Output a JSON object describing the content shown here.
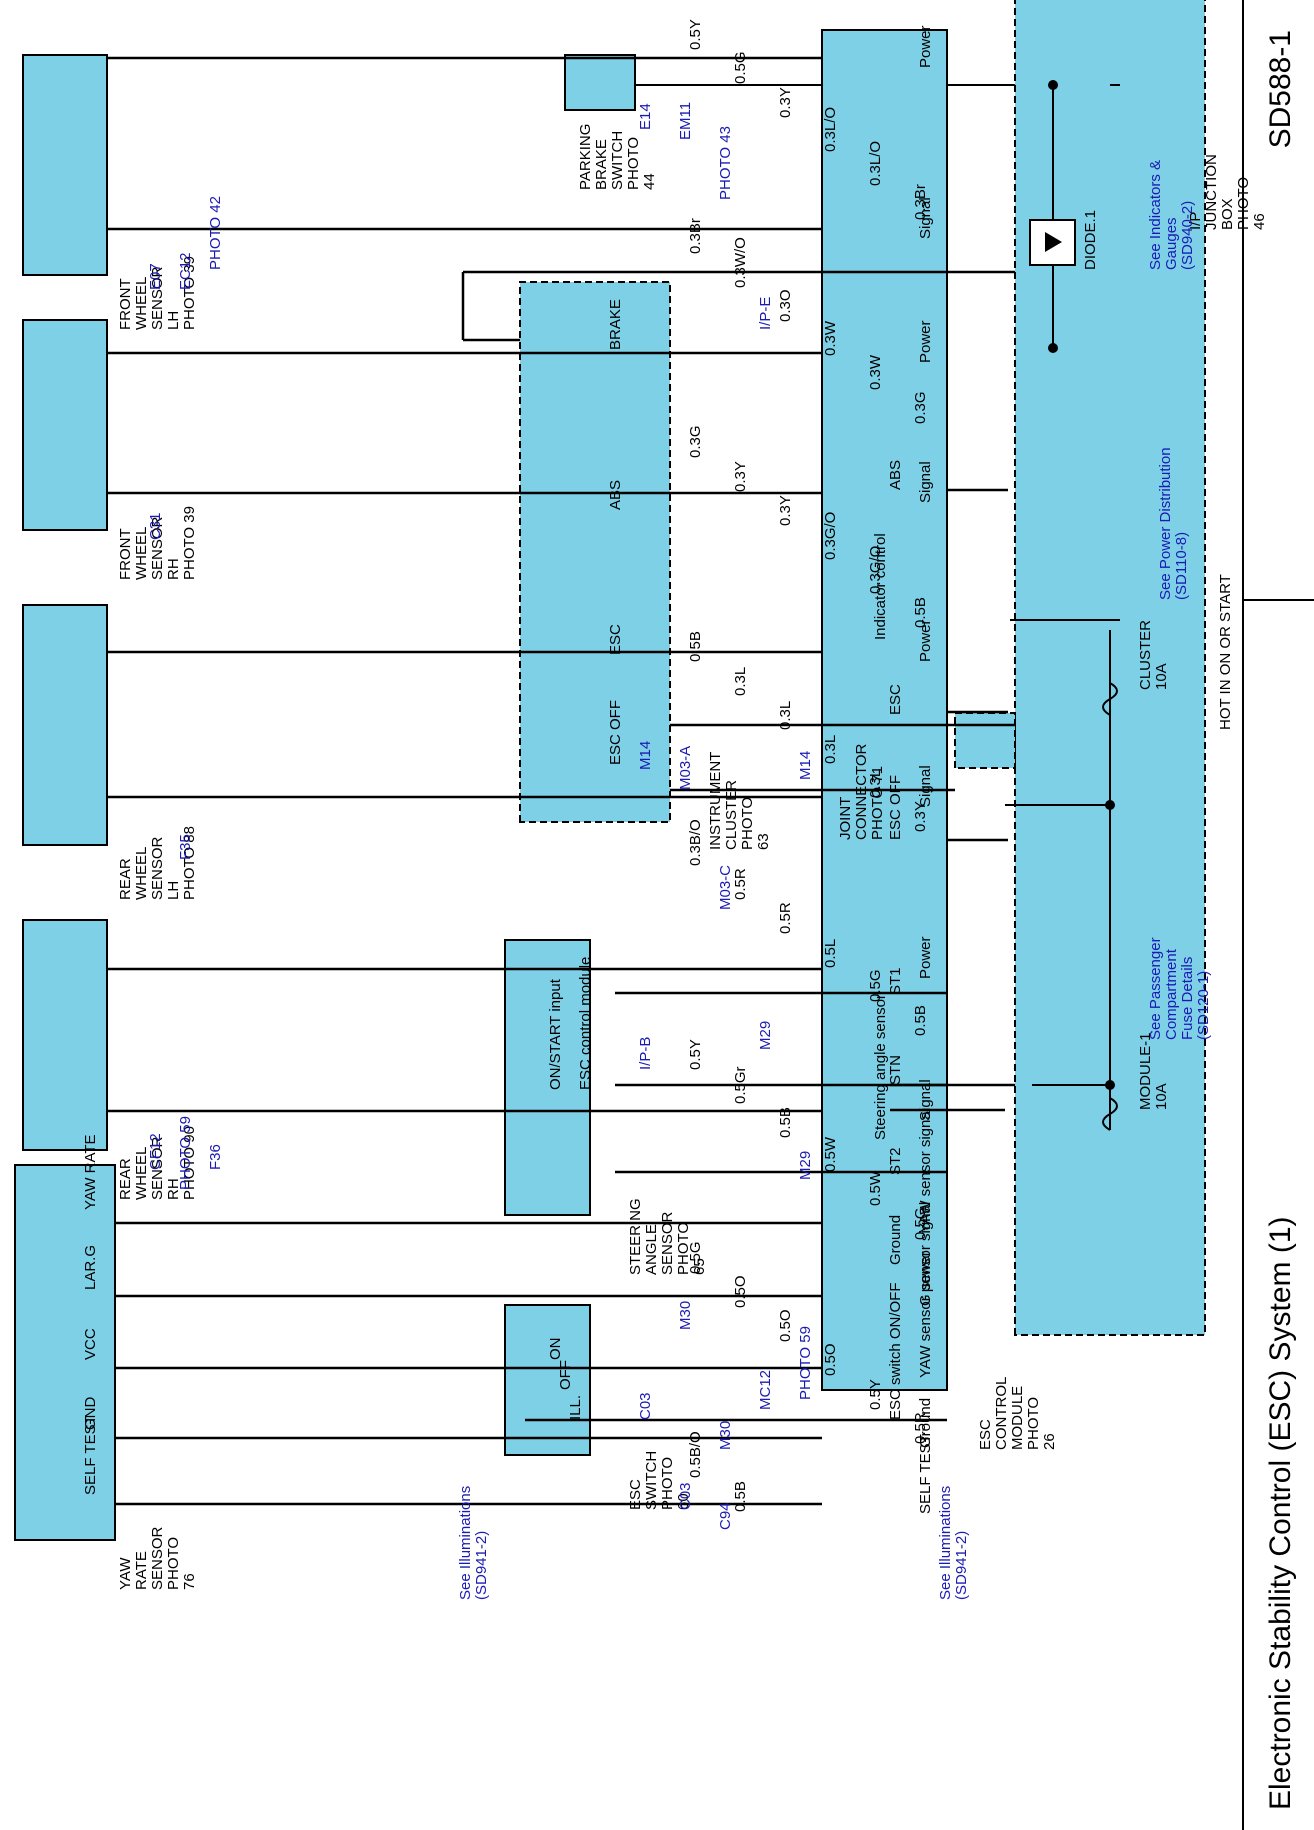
{
  "title": "Electronic Stability Control (ESC) System (1)",
  "page_number": "SD588-1",
  "hot_label": "HOT IN ON OR START",
  "components": {
    "ip_junction_box": [
      "I/P",
      "JUNCTION",
      "BOX",
      "PHOTO",
      "46"
    ],
    "parking_brake_switch": [
      "PARKING",
      "BRAKE",
      "SWITCH",
      "PHOTO",
      "44"
    ],
    "instrument_cluster": [
      "INSTRUMENT",
      "CLUSTER",
      "PHOTO",
      "63"
    ],
    "joint_connector": [
      "JOINT",
      "CONNECTOR",
      "PHOTO 71"
    ],
    "steering_angle_sensor": [
      "STEERING",
      "ANGLE",
      "SENSOR",
      "PHOTO",
      "65"
    ],
    "esc_switch": [
      "ESC",
      "SWITCH",
      "PHOTO",
      "60"
    ],
    "esc_control_module": [
      "ESC",
      "CONTROL",
      "MODULE",
      "PHOTO",
      "26"
    ],
    "yaw_rate_sensor": [
      "YAW",
      "RATE",
      "SENSOR",
      "PHOTO",
      "76"
    ],
    "front_wheel_sensor_lh": [
      "FRONT",
      "WHEEL",
      "SENSOR",
      "LH",
      "PHOTO 39"
    ],
    "front_wheel_sensor_rh": [
      "FRONT",
      "WHEEL",
      "SENSOR",
      "RH",
      "PHOTO 39"
    ],
    "rear_wheel_sensor_lh": [
      "REAR",
      "WHEEL",
      "SENSOR",
      "LH",
      "PHOTO 88"
    ],
    "rear_wheel_sensor_rh": [
      "REAR",
      "WHEEL",
      "SENSOR",
      "RH",
      "PHOTO 90"
    ]
  },
  "fuses": {
    "cluster": [
      "CLUSTER",
      "10A"
    ],
    "module1": [
      "MODULE-1",
      "10A"
    ]
  },
  "diode": "DIODE.1",
  "references": {
    "indicators": [
      "See Indicators &",
      "Gauges",
      "(SD940-2)"
    ],
    "power": [
      "See Power Distribution",
      "(SD110-8)"
    ],
    "passenger": [
      "See Passenger",
      "Compartment",
      "Fuse Details",
      "(SD120-1)"
    ],
    "illum_top": [
      "See Illuminations",
      "(SD941-2)"
    ],
    "illum_bottom": [
      "See Illuminations",
      "(SD941-2)"
    ]
  },
  "esc_module_pins": [
    "Power",
    "Signal",
    "Power",
    "Signal",
    "Power",
    "Signal",
    "Power",
    "Signal",
    "YAW sensor signal",
    "G sensor signal",
    "YAW sensor power",
    "Ground",
    "SELF TEST"
  ],
  "esc_module_groups": [
    "ABS",
    "ESC",
    "ESC OFF",
    "Indicator control",
    "ST1",
    "STN",
    "ST2",
    "Ground",
    "Steering angle sensor",
    "ESC switch ON/OFF"
  ],
  "cluster_lamps": [
    "BRAKE",
    "ABS",
    "ESC",
    "ESC OFF"
  ],
  "steering_module": [
    "ON/START input",
    "ESC control module"
  ],
  "switch_labels": [
    "ON",
    "OFF",
    "ILL."
  ],
  "yaw_pins": [
    "YAW RATE",
    "LAR.G",
    "VCC",
    "GND",
    "SELF TEST"
  ],
  "connectors": [
    "E14",
    "EM11",
    "PHOTO 43",
    "I/P-E",
    "M14",
    "M14",
    "M03-A",
    "M03-C",
    "M29",
    "M29",
    "I/P-B",
    "M30",
    "M30",
    "MC12",
    "PHOTO 59",
    "C03",
    "C03",
    "C94",
    "E07",
    "EC12",
    "PHOTO 42",
    "C31",
    "F35",
    "F36",
    "CF12",
    "PHOTO 59"
  ],
  "wire_colors": [
    "0.5Y",
    "0.5G",
    "0.3Y",
    "0.3L/O",
    "0.3L/O",
    "0.3Br",
    "0.3Br",
    "0.3W/O",
    "0.3O",
    "0.3W",
    "0.3W",
    "0.3G",
    "0.3G",
    "0.3Y",
    "0.3Y",
    "0.3G/O",
    "0.3G/O",
    "0.5B",
    "0.5B",
    "0.3L",
    "0.3L",
    "0.3L",
    "0.3L",
    "0.3Y",
    "0.3B/O",
    "0.5R",
    "0.5R",
    "0.5L",
    "0.5G",
    "0.5B",
    "0.5Y",
    "0.5Gr",
    "0.5B",
    "0.5W",
    "0.5W",
    "0.5G",
    "0.5G",
    "0.5O",
    "0.5O",
    "0.5O",
    "0.5Y",
    "0.5R",
    "0.5B/O",
    "0.5B"
  ]
}
